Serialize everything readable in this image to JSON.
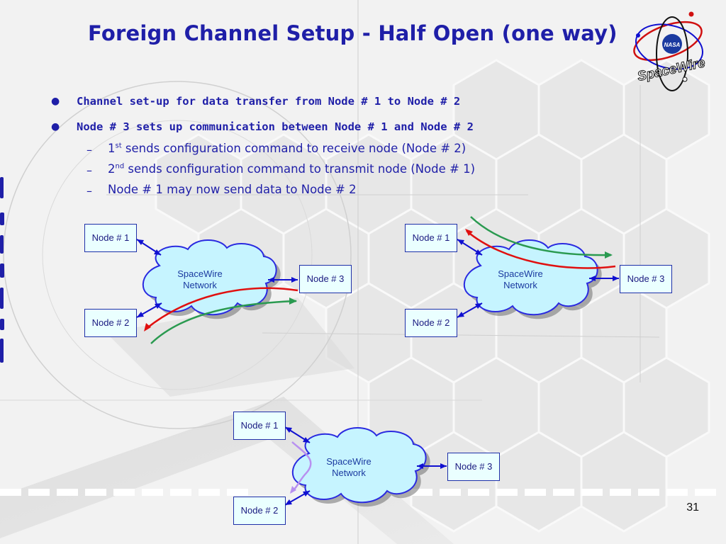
{
  "title": "Foreign Channel Setup - Half Open (one way)",
  "bullets": [
    {
      "text": "Channel set-up for data transfer from Node # 1 to Node # 2"
    },
    {
      "text": "Node # 3 sets up communication between Node # 1 and Node # 2"
    }
  ],
  "subbullets": [
    {
      "num": "1",
      "sup": "st",
      "text": " sends configuration command to receive node (Node # 2)"
    },
    {
      "num": "2",
      "sup": "nd",
      "text": " sends configuration command to transmit node (Node # 1)"
    },
    {
      "num": "",
      "sup": "",
      "text": "Node # 1 may now send data to Node # 2"
    }
  ],
  "diagram_a": {
    "node1": "Node # 1",
    "node2": "Node # 2",
    "node3": "Node # 3",
    "cloud_line1": "SpaceWire",
    "cloud_line2": "Network"
  },
  "diagram_b": {
    "node1": "Node # 1",
    "node2": "Node # 2",
    "node3": "Node # 3",
    "cloud_line1": "SpaceWire",
    "cloud_line2": "Network"
  },
  "diagram_c": {
    "node1": "Node # 1",
    "node2": "Node # 2",
    "node3": "Node # 3",
    "cloud_line1": "SpaceWire",
    "cloud_line2": "Network"
  },
  "logo": {
    "text": "SpaceWire",
    "badge": "NASA"
  },
  "page_number": "31",
  "colors": {
    "title": "#1f1fa8",
    "node_fill": "#eaffff",
    "cloud_fill": "#c6f4ff",
    "cloud_stroke": "#2a2ae0",
    "arrow": "#1010d0",
    "red_path": "#e01010",
    "green_path": "#2a9a50",
    "violet_path": "#b890f0"
  }
}
